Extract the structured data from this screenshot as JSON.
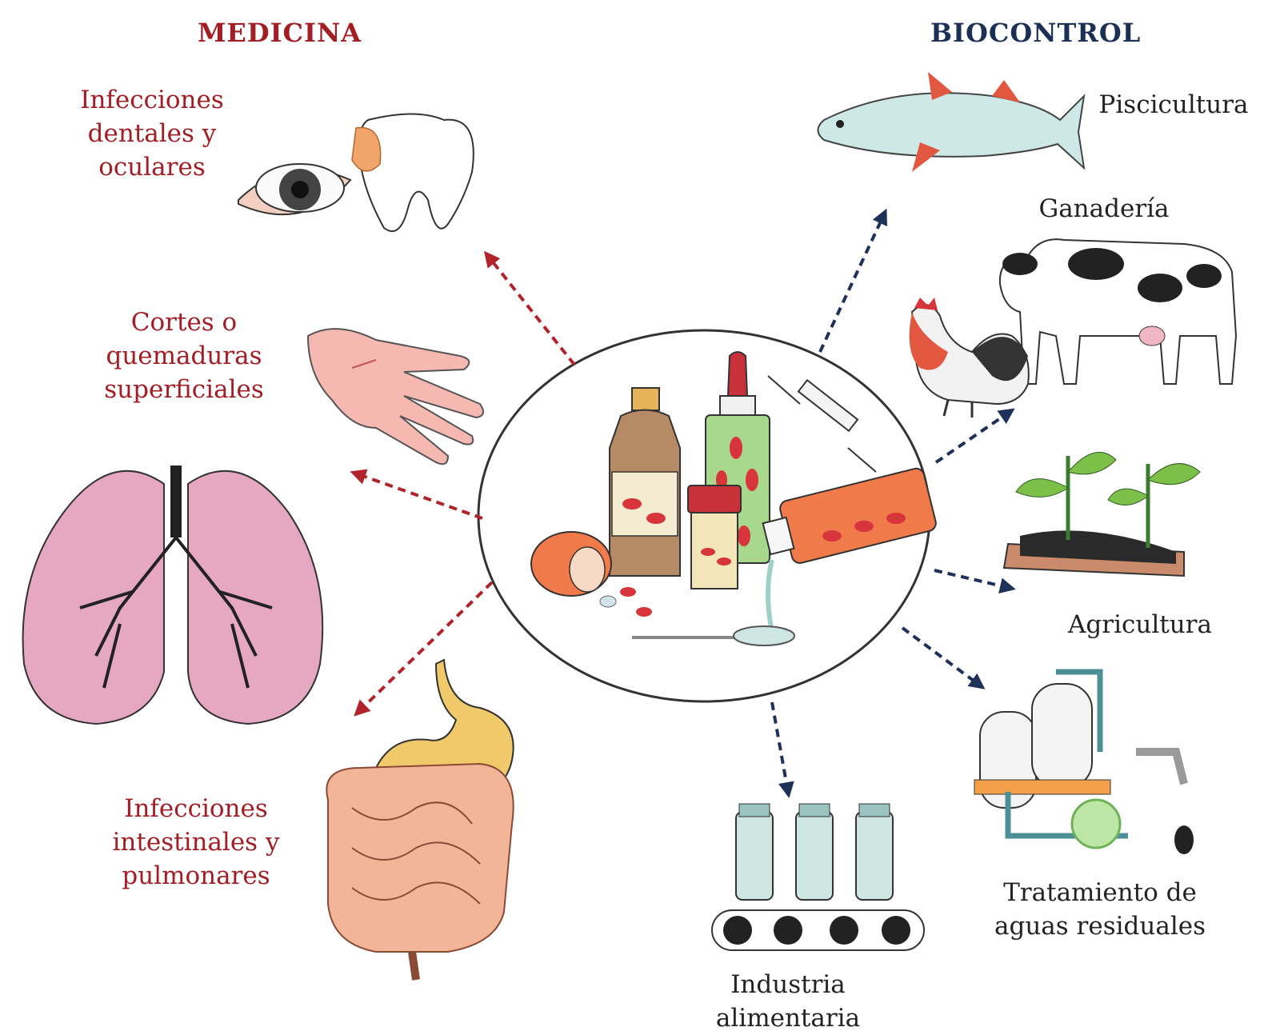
{
  "headings": {
    "medicine": "MEDICINA",
    "biocontrol": "BIOCONTROL"
  },
  "medicine": {
    "dental_ocular": [
      "Infecciones",
      "dentales y",
      "oculares"
    ],
    "cuts_burns": [
      "Cortes o",
      "quemaduras",
      "superficiales"
    ],
    "intestinal_pulmonary": [
      "Infecciones",
      "intestinales y",
      "pulmonares"
    ]
  },
  "biocontrol": {
    "fish": "Piscicultura",
    "livestock": "Ganadería",
    "agriculture": "Agricultura",
    "water": [
      "Tratamiento de",
      "aguas residuales"
    ],
    "food": "Industria alimentaria"
  },
  "colors": {
    "medicine": "#a31d24",
    "biocontrol": "#1c2f55"
  }
}
